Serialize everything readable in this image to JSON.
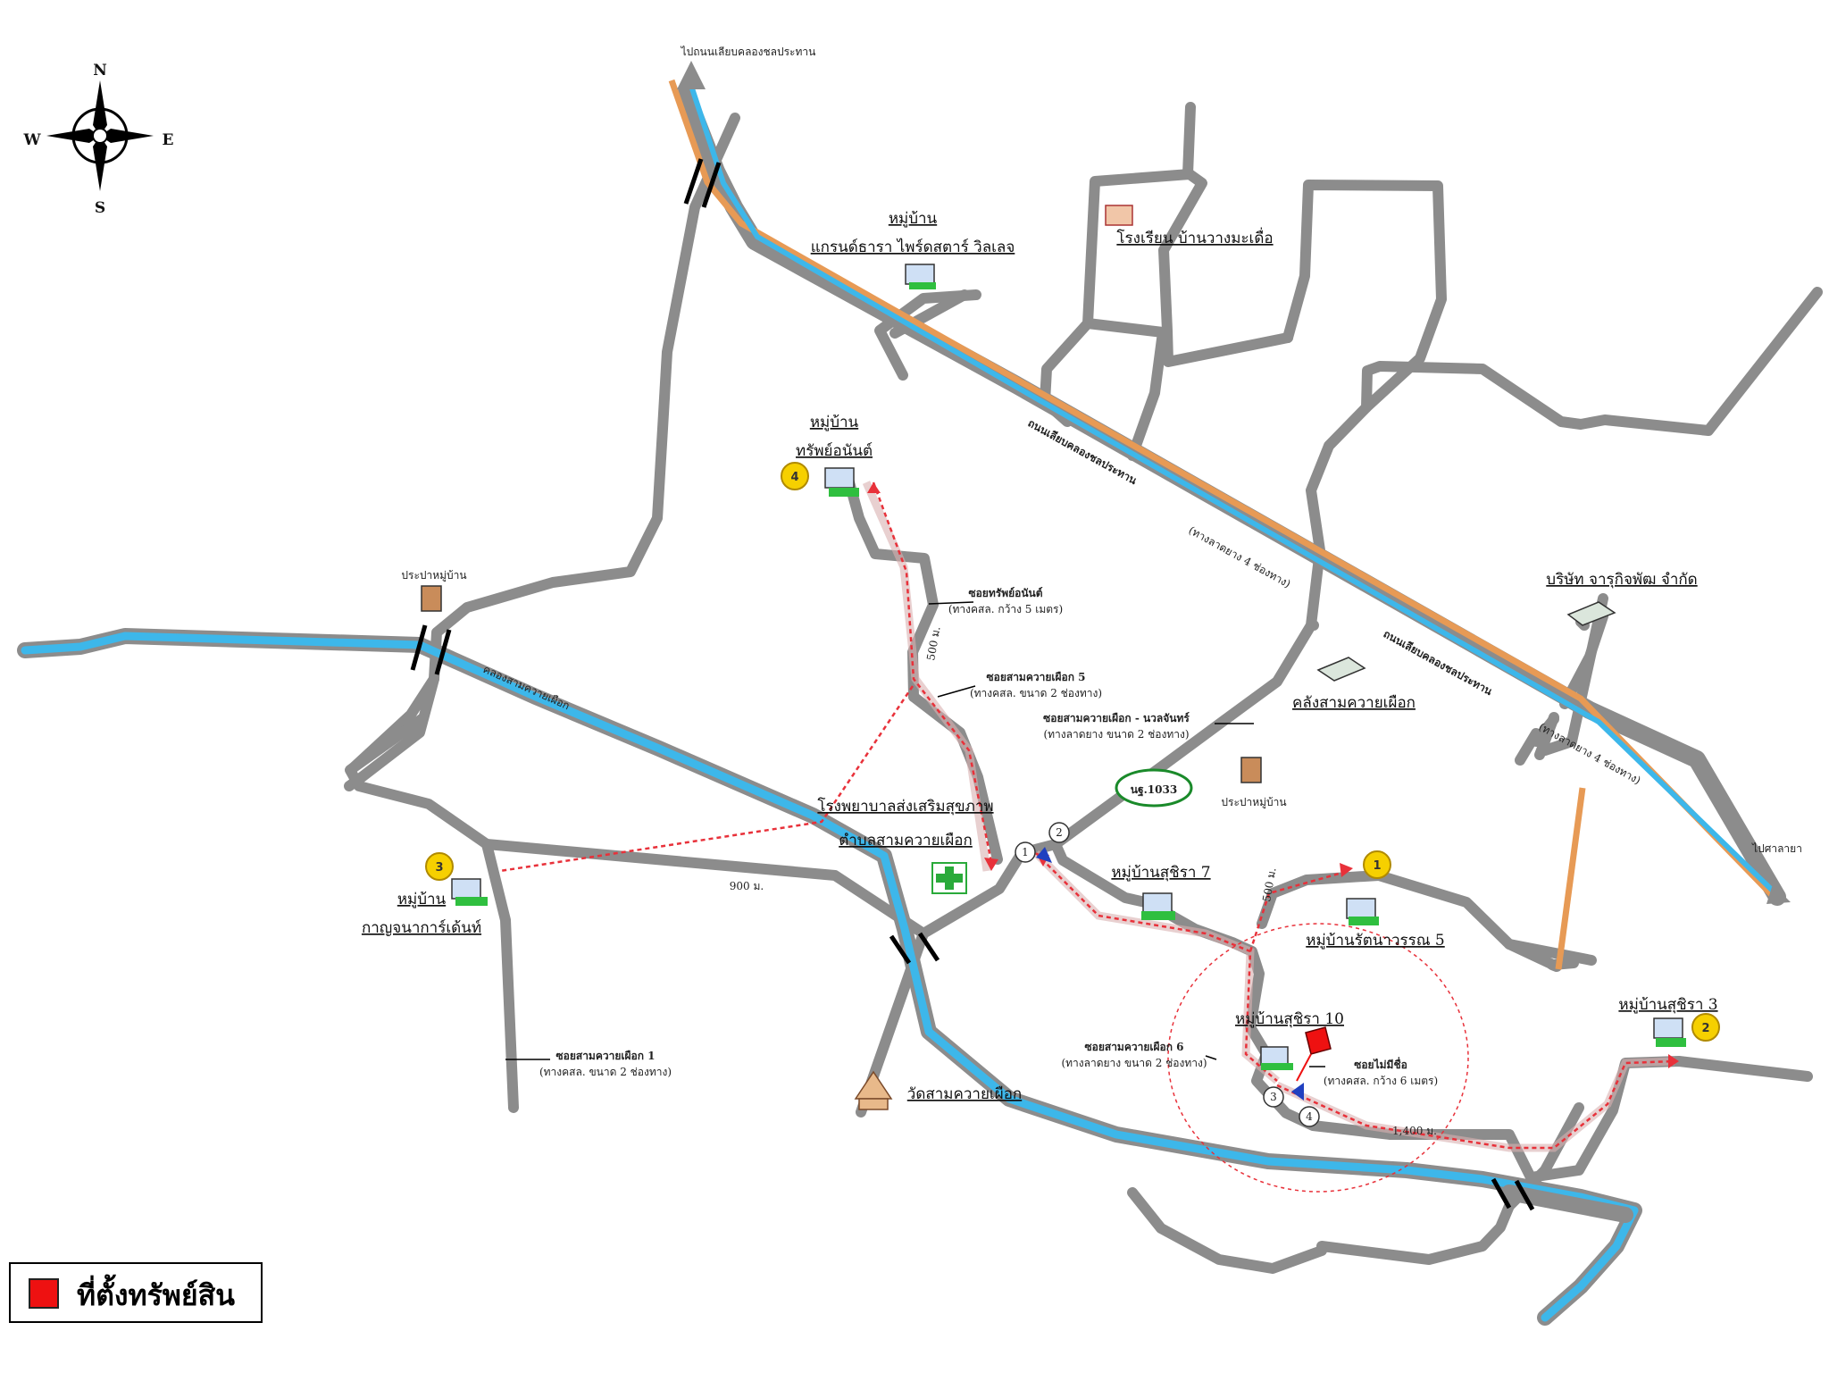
{
  "compass": {
    "north": "N",
    "south": "S",
    "east": "E",
    "west": "W"
  },
  "legend": {
    "label": "ที่ตั้งทรัพย์สิน",
    "color": "#ee1111"
  },
  "colors": {
    "road": "#8c8c8c",
    "river": "#3db7ea",
    "highway_stripe": "#e79a55",
    "route": "#e8313a",
    "pin": "#f6d000",
    "subject_marker": "#ee1111"
  },
  "directions": {
    "north_top": "ไปถนนเลียบคลองชลประทาน",
    "east_right": "ไปศาลายา"
  },
  "road_names": {
    "highway": "ถนนเลียบคลองชลประทาน",
    "highway_note": "(ทางลาดยาง 4 ช่องทาง)",
    "route_1033": "นฐ.1033",
    "canal": "คลองสามควายเผือก"
  },
  "places": {
    "village_grand": [
      "หมู่บ้าน",
      "แกรนด์ธารา ไพร์ดสตาร์ วิลเลจ"
    ],
    "school": "โรงเรียน บ้านวางมะเดื่อ",
    "village_4": [
      "หมู่บ้าน",
      "ทรัพย์อนันต์"
    ],
    "company": "บริษัท จารุกิจพัฒ จำกัด",
    "warehouse": "คลังสามควายเผือก",
    "water_tank_w": "ประปาหมู่บ้าน",
    "water_tank_e": "ประปาหมู่บ้าน",
    "hospital": [
      "โรงพยาบาลส่งเสริมสุขภาพ",
      "ตำบลสามควายเผือก"
    ],
    "village_suchira7": "หมู่บ้านสุชิรา 7",
    "village_1": "หมู่บ้านรัตนาวรรณ 5",
    "village_suchira10": "หมู่บ้านสุชิรา 10",
    "village_2": "หมู่บ้านสุชิรา 3",
    "village_3": [
      "หมู่บ้าน",
      "กาญจนาการ์เด้นท์"
    ],
    "temple": "วัดสามควายเผือก"
  },
  "alleys": {
    "alley_sap": [
      "ซอยทรัพย์อนันต์",
      "(ทางคสล. กว้าง 5 เมตร)"
    ],
    "alley_5": [
      "ซอยสามควายเผือก 5",
      "(ทางคสล. ขนาด 2 ช่องทาง)"
    ],
    "alley_community": [
      "ซอยสามควายเผือก - นวลจันทร์",
      "(ทางลาดยาง ขนาด 2 ช่องทาง)"
    ],
    "alley_1": [
      "ซอยสามควายเผือก 1",
      "(ทางคสล. ขนาด 2 ช่องทาง)"
    ],
    "alley_6": [
      "ซอยสามควายเผือก 6",
      "(ทางลาดยาง ขนาด 2 ช่องทาง)"
    ],
    "alley_private": [
      "ซอยไม่มีชื่อ",
      "(ทางคสล. กว้าง 6 เมตร)"
    ]
  },
  "distances": {
    "d900": "900 ม.",
    "d1400": "1,400 ม.",
    "d500a": "500 ม.",
    "d500b": "500 ม."
  },
  "pins": {
    "p1": "1",
    "p2": "2",
    "p3": "3",
    "p4": "4"
  },
  "photo_points": {
    "a": "1",
    "b": "2",
    "c": "3",
    "d": "4"
  }
}
